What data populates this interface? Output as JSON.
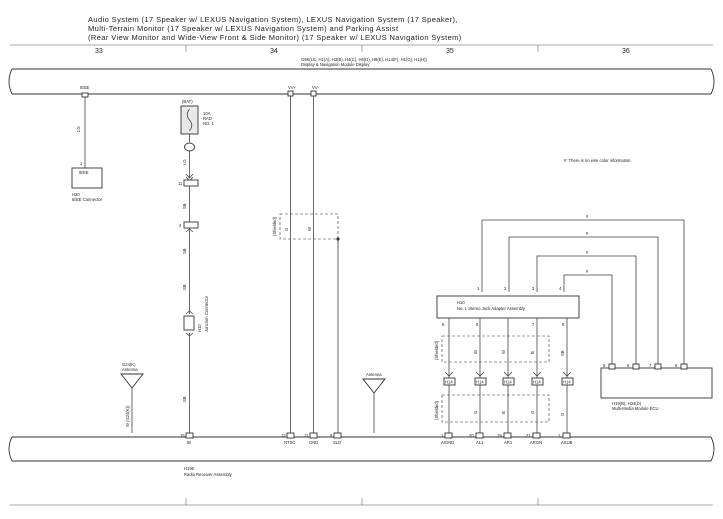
{
  "title": {
    "line1": "Audio System (17 Speaker w/ LEXUS Navigation System),  LEXUS Navigation System (17 Speaker),",
    "line2": "Multi-Terrain Monitor (17 Speaker w/ LEXUS Navigation System) and Parking Assist",
    "line3": "(Rear View Monitor and Wide-View Front & Side Monitor) (17 Speaker w/ LEXUS Navigation System)"
  },
  "columns": [
    "33",
    "34",
    "35",
    "36"
  ],
  "top_module": {
    "codes": "G9K(U1, H1(A), H3(B), H4(C), H6(D), H8(E), H14(F), H1(G), H1(H))",
    "name": "Display & Navigation Module Display",
    "pins": [
      {
        "label": "IEEE",
        "num": ""
      },
      {
        "label": "VV+",
        "num": "7"
      },
      {
        "label": "VV-",
        "num": "3"
      }
    ]
  },
  "ieee": {
    "wire_color": "LG",
    "pin": "1",
    "box_label": "IEEE",
    "conn_code": "H20",
    "conn_name": "IEEE Connector"
  },
  "fuse": {
    "tag": "(BAT)",
    "amp": "10A",
    "name": "RAD",
    "num": "NO. 1",
    "wires": [
      "LG",
      "SB",
      "SB",
      "SB",
      "SB"
    ],
    "j1_pin": "11",
    "j2_pin": "4",
    "junction_code": "H10",
    "junction_name": "Junction Connector"
  },
  "shield_left": {
    "label": "(Shielded)",
    "wires": [
      "G",
      "W"
    ]
  },
  "antenna_left": {
    "code": "G24(K)",
    "name": "Antenna",
    "wire": "W (G24(K))"
  },
  "antenna_center": {
    "name": "Antenna"
  },
  "note": "#: There is no wire color information.",
  "amp_box": {
    "code": "H10",
    "name": "No. 1 Stereo Jack Adapter Assembly",
    "top_pins": [
      "1",
      "2",
      "3",
      "4"
    ],
    "bottom_pins": [
      "6",
      "6",
      "7",
      "8"
    ],
    "wire_mark": "#"
  },
  "shield_right_top": {
    "label": "(Shielded)",
    "wires": [
      "W",
      "W",
      "B",
      "G"
    ],
    "extra": "SB"
  },
  "shield_right_bottom": {
    "label": "(Shielded)",
    "wires": [
      "G",
      "B",
      "G",
      "G"
    ]
  },
  "mid_connectors": [
    "H14",
    "H14",
    "H14",
    "H14",
    "H14"
  ],
  "right_ecu": {
    "code": "H19(B), H34(D)",
    "name": "Multi-Media Module ECU",
    "pins": [
      "5",
      "6",
      "7",
      "6"
    ]
  },
  "bottom_module": {
    "code": "H196",
    "name": "Radio Receiver Assembly",
    "pins": [
      {
        "num": "15",
        "label": "IB"
      },
      {
        "num": "12",
        "label": "NTSC"
      },
      {
        "num": "11",
        "label": "GND"
      },
      {
        "num": "9",
        "label": "SLD"
      },
      {
        "num": "1",
        "label": "AIGND"
      },
      {
        "num": "20",
        "label": "AL1"
      },
      {
        "num": "19",
        "label": "AR1"
      },
      {
        "num": "21",
        "label": "ARGN"
      },
      {
        "num": "1",
        "label": "ASUB"
      }
    ]
  }
}
